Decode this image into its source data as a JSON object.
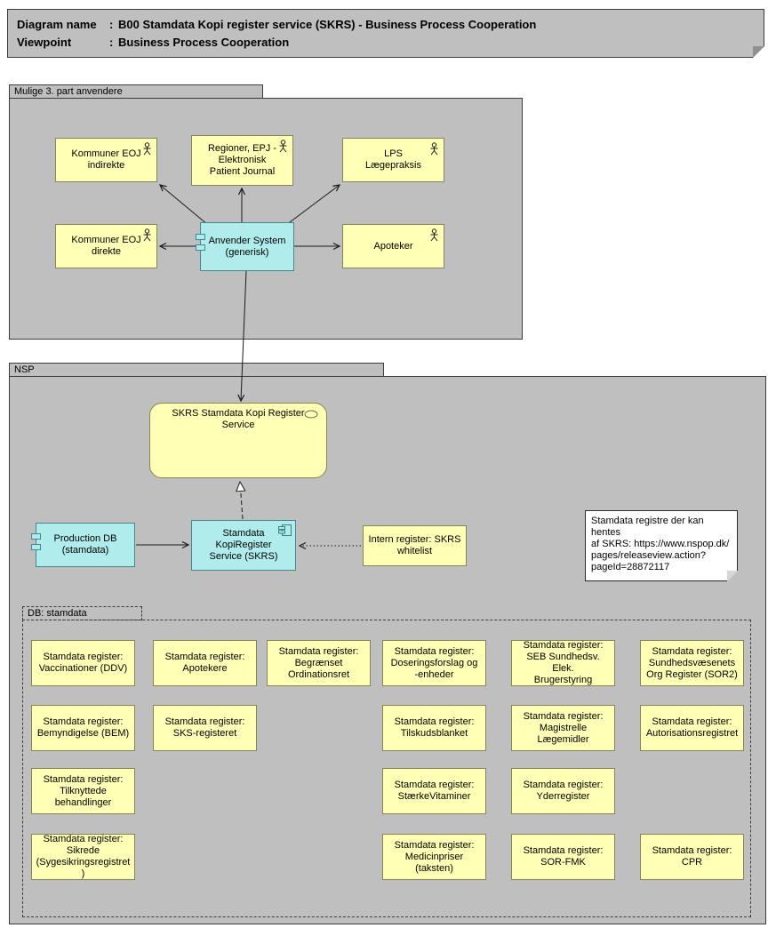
{
  "title_block": {
    "diagram_label": "Diagram name",
    "diagram_sep": ":",
    "diagram_value": "B00 Stamdata Kopi register service (SKRS) - Business Process Cooperation",
    "viewpoint_label": "Viewpoint",
    "viewpoint_sep": ":",
    "viewpoint_value": "Business Process Cooperation"
  },
  "groups": {
    "anvendere": "Mulige 3. part anvendere",
    "nsp": "NSP",
    "db_stamdata": "DB: stamdata"
  },
  "actors": {
    "kommuner_indirekte": "Kommuner EOJ\nindirekte",
    "regioner": "Regioner, EPJ -\nElektronisk\nPatient Journal",
    "lps": "LPS\nLægepraksis",
    "kommuner_direkte": "Kommuner EOJ\ndirekte",
    "apoteker": "Apoteker"
  },
  "components": {
    "anvender_system": "Anvender System\n(generisk)",
    "production_db": "Production DB\n(stamdata)",
    "kopiregister": "Stamdata\nKopiRegister\nService (SKRS)"
  },
  "services": {
    "skrs": "SKRS Stamdata Kopi Register\nService"
  },
  "objects": {
    "whitelist": "Intern register: SKRS\nwhitelist"
  },
  "note": {
    "text": "Stamdata registre der kan hentes\naf SKRS: https://www.nspop.dk/\npages/releaseview.action?\npageId=28872117"
  },
  "registers": [
    {
      "label": "Stamdata register:\nVaccinationer (DDV)"
    },
    {
      "label": "Stamdata register:\nApotekere"
    },
    {
      "label": "Stamdata register:\nBegrænset\nOrdinationsret"
    },
    {
      "label": "Stamdata register:\nDoseringsforslag og\n-enheder"
    },
    {
      "label": "Stamdata register:\nSEB Sundhedsv. Elek.\nBrugerstyring"
    },
    {
      "label": "Stamdata register:\nSundhedsvæsenets\nOrg Register (SOR2)"
    },
    {
      "label": "Stamdata register:\nBemyndigelse (BEM)"
    },
    {
      "label": "Stamdata register:\nSKS-registeret"
    },
    {
      "label": "Stamdata register:\nTilskudsblanket"
    },
    {
      "label": "Stamdata register:\nMagistrelle\nLægemidler"
    },
    {
      "label": "Stamdata register:\nAutorisationsregistret"
    },
    {
      "label": "Stamdata register:\nTilknyttede\nbehandlinger"
    },
    {
      "label": "Stamdata register:\nStærkeVitaminer"
    },
    {
      "label": "Stamdata register:\nYderregister"
    },
    {
      "label": "Stamdata register:\nSikrede\n(Sygesikringsregistret)"
    },
    {
      "label": "Stamdata register:\nMedicinpriser\n(taksten)"
    },
    {
      "label": "Stamdata register:\nSOR-FMK"
    },
    {
      "label": "Stamdata register:\nCPR"
    }
  ],
  "colors": {
    "group_fill": "#bfbfbf",
    "business_yellow": "#ffffb5",
    "application_cyan": "#b0ecec",
    "note_white": "#ffffff"
  }
}
